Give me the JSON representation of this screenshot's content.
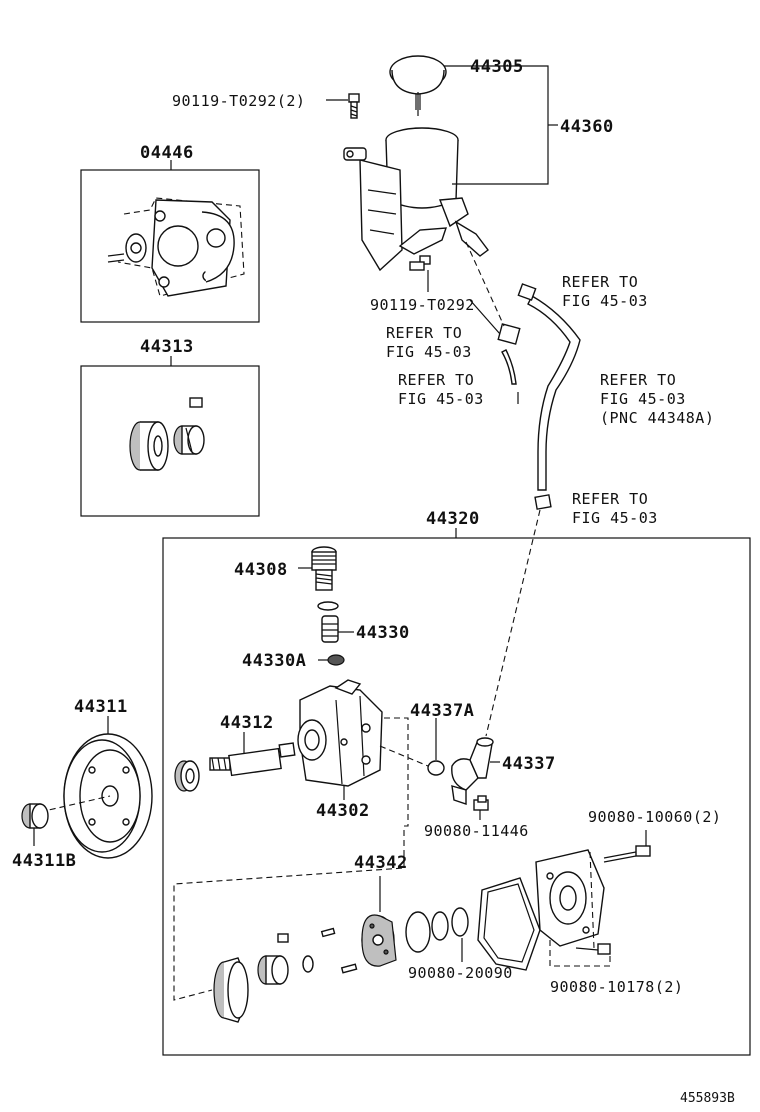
{
  "labels": {
    "l44305": "44305",
    "l44360": "44360",
    "l90119a": "90119-T0292(2)",
    "l90119b": "90119-T0292",
    "l04446": "04446",
    "l44313": "44313",
    "ref1a": "REFER TO",
    "ref1b": "FIG 45-03",
    "ref2a": "REFER TO",
    "ref2b": "FIG 45-03",
    "ref3a": "REFER TO",
    "ref3b": "FIG 45-03",
    "ref4a": "REFER TO",
    "ref4b": "FIG 45-03",
    "ref4c": "(PNC 44348A)",
    "ref5a": "REFER TO",
    "ref5b": "FIG 45-03",
    "l44320": "44320",
    "l44308": "44308",
    "l44330": "44330",
    "l44330A": "44330A",
    "l44311": "44311",
    "l44312": "44312",
    "l44337A": "44337A",
    "l44337": "44337",
    "l44302": "44302",
    "l90080_11446": "90080-11446",
    "l90080_10060": "90080-10060(2)",
    "l44311B": "44311B",
    "l44342": "44342",
    "l90080_20090": "90080-20090",
    "l90080_10178": "90080-10178(2)",
    "figid": "455893B"
  }
}
